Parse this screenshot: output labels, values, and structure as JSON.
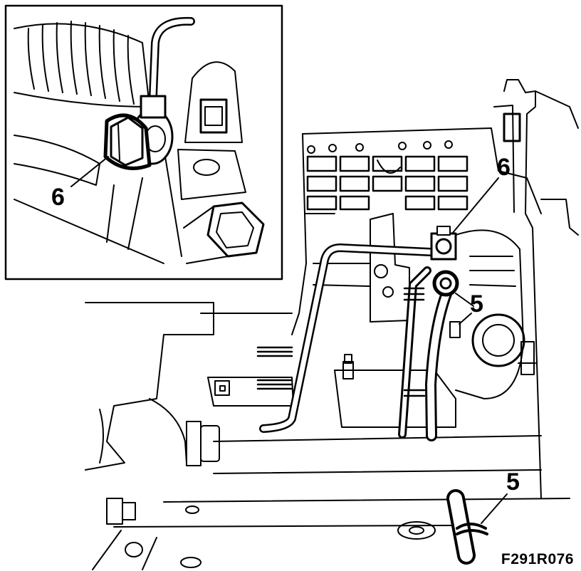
{
  "callouts": {
    "inset_6": "6",
    "main_6": "6",
    "main_5_upper": "5",
    "main_5_lower": "5"
  },
  "figure_code": "F291R076",
  "colors": {
    "ink": "#000000",
    "paper": "#ffffff"
  }
}
